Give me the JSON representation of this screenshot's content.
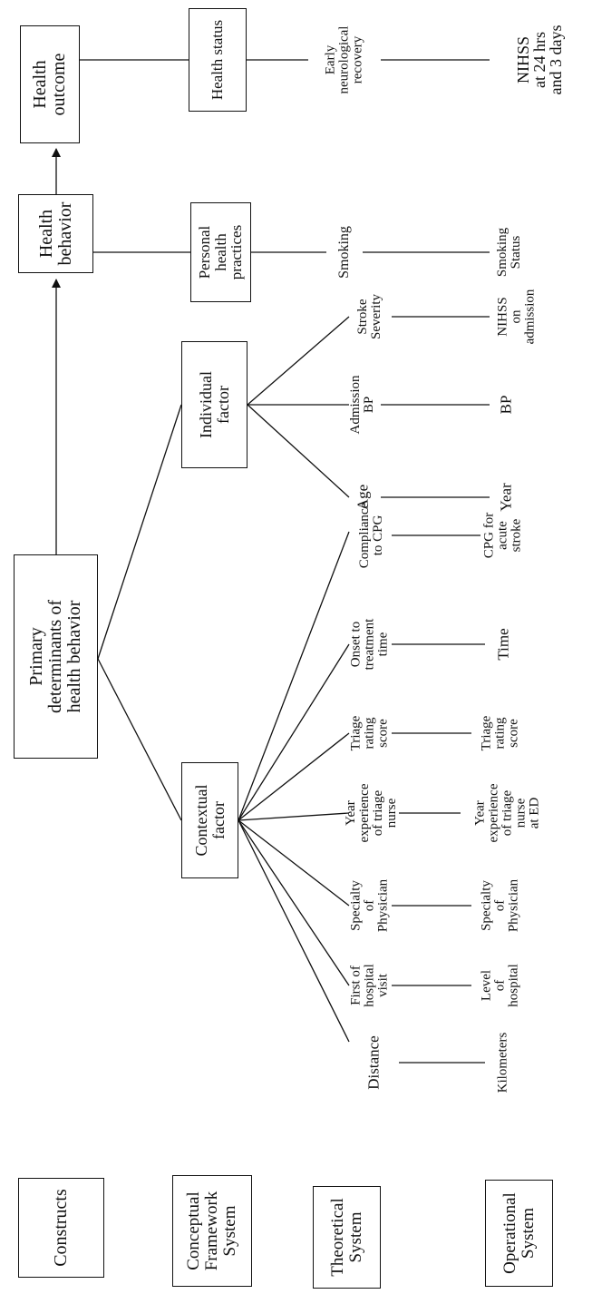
{
  "row_labels": {
    "constructs": "Constructs",
    "conceptual": [
      "Conceptual",
      "Framework",
      "System"
    ],
    "theoretical": [
      "Theoretical",
      "System"
    ],
    "operational": [
      "Operational",
      "System"
    ]
  },
  "constructs": {
    "primary": [
      "Primary",
      "determinants of",
      "health behavior"
    ],
    "behavior": [
      "Health",
      "behavior"
    ],
    "outcome": [
      "Health",
      "outcome"
    ]
  },
  "concepts": {
    "contextual": [
      "Contextual",
      "factor"
    ],
    "individual": [
      "Individual",
      "factor"
    ],
    "personal": [
      "Personal",
      "health",
      "practices"
    ],
    "status": [
      "Health status"
    ]
  },
  "theoretical": {
    "distance": [
      "Distance"
    ],
    "first_visit": [
      "First of",
      "hospital",
      "visit"
    ],
    "specialty": [
      "Specialty",
      "of",
      "Physician"
    ],
    "year_exp": [
      "Year",
      "experience",
      "of triage",
      "nurse"
    ],
    "triage": [
      "Triage",
      "rating",
      "score"
    ],
    "onset": [
      "Onset to",
      "treatment",
      "time"
    ],
    "compliance": [
      "Compliance",
      "to CPG"
    ],
    "age": [
      "Age"
    ],
    "admission_bp": [
      "Admission",
      "BP"
    ],
    "stroke_severity": [
      "Stroke",
      "Severity"
    ],
    "smoking": [
      "Smoking"
    ],
    "recovery": [
      "Early",
      "neurological",
      "recovery"
    ]
  },
  "operational": {
    "kilometers": [
      "Kilometers"
    ],
    "level_hospital": [
      "Level",
      "of",
      "hospital"
    ],
    "specialty": [
      "Specialty",
      "of",
      "Physician"
    ],
    "year_exp": [
      "Year",
      "experience",
      "of triage",
      "nurse",
      "at ED"
    ],
    "triage": [
      "Triage",
      "rating",
      "score"
    ],
    "time": [
      "Time"
    ],
    "cpg": [
      "CPG for",
      "acute",
      "stroke"
    ],
    "year": [
      "Year"
    ],
    "bp": [
      "BP"
    ],
    "nihss_admission": [
      "NIHSS",
      "on",
      "admission"
    ],
    "smoking_status": [
      "Smoking",
      "Status"
    ],
    "nihss_24": [
      "NIHSS",
      "at 24 hrs",
      "and 3 days"
    ]
  }
}
